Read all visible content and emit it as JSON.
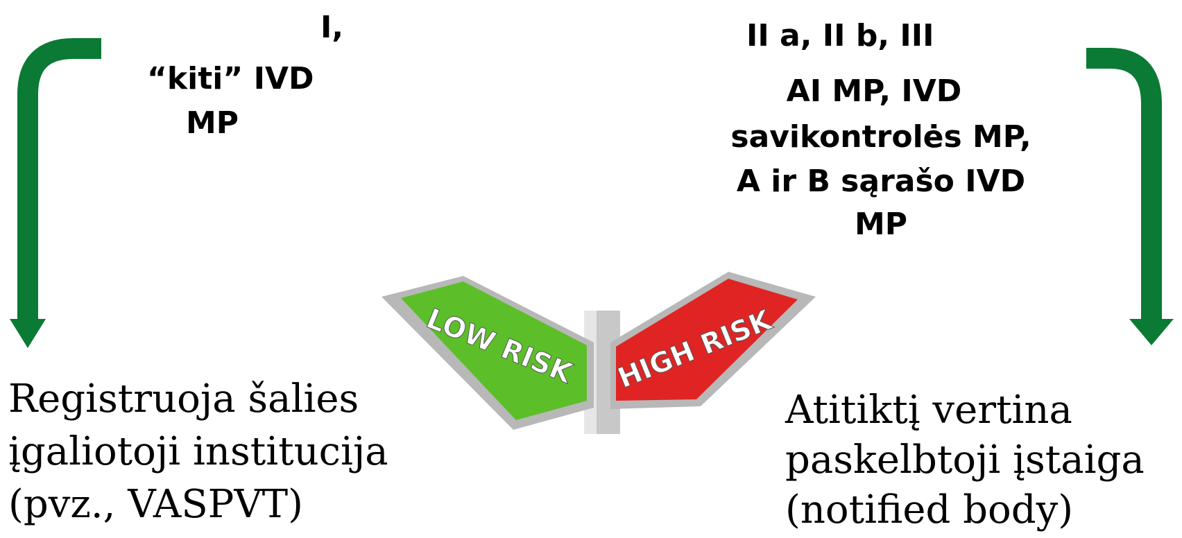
{
  "left": {
    "class_label": "I,",
    "devices_line1": "“kiti” IVD",
    "devices_line2": "MP",
    "result_line1": "Registruoja šalies",
    "result_line2": "įgaliotoji institucija",
    "result_line3": "(pvz., VASPVT)"
  },
  "right": {
    "class_label": "II a,  II b,   III",
    "devices_line1": "AI MP, IVD",
    "devices_line2": "savikontrolės MP,",
    "devices_line3": "A ir B sąrašo IVD",
    "devices_line4": "MP",
    "result_line1": "Atitiktį vertina",
    "result_line2": "paskelbtoji įstaiga",
    "result_line3": "(notified body)"
  },
  "signpost": {
    "low_label": "LOW RISK",
    "high_label": "HIGH RISK"
  },
  "colors": {
    "arrow": "#0a7a34",
    "low_sign": "#5cbf2a",
    "high_sign": "#e02424",
    "sign_frame": "#b8b8b8"
  }
}
